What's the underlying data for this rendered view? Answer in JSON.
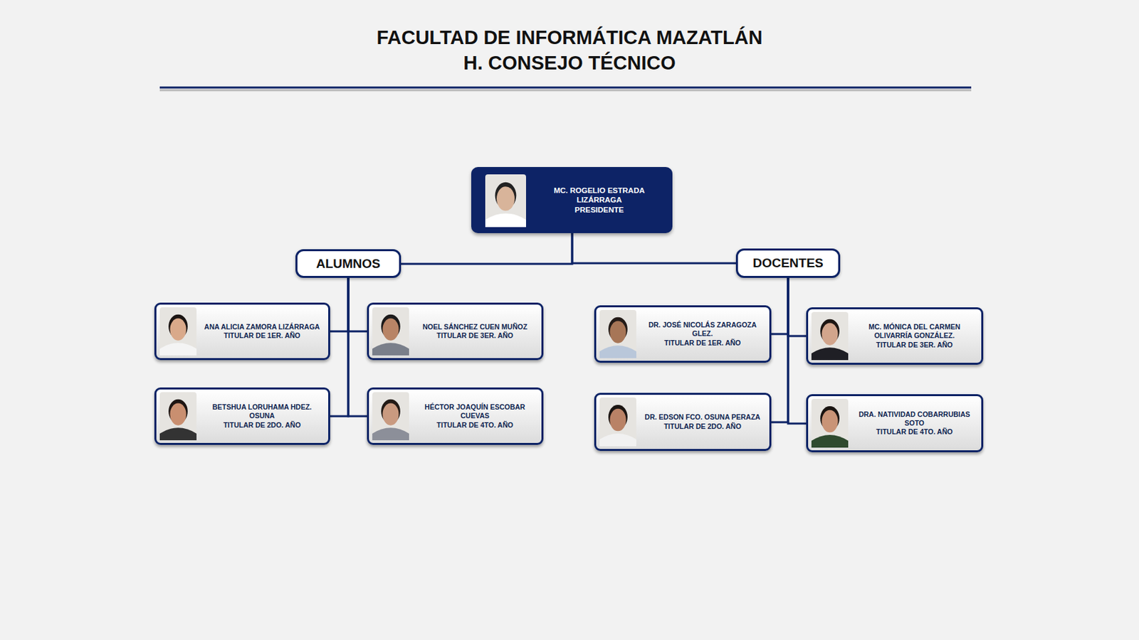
{
  "diagram": {
    "title": "FACULTAD DE INFORMÁTICA MAZATLÁN",
    "nodes": [
      {
        "text": [
          "MC. ROGELIO ESTRADA LIZÁRRAGA",
          "PRESIDENTE"
        ]
      },
      {
        "text": [
          "ALUMNOS"
        ]
      },
      {
        "text": [
          "DOCENTES"
        ]
      },
      {
        "text": [
          "ANA ALICIA ZAMORA LIZÁRRAGA",
          "TITULAR DE 1ER. AÑO"
        ]
      },
      {
        "text": [
          "NOEL SÁNCHEZ CUEN MUÑOZ",
          "TITULAR DE 3ER. AÑO"
        ]
      },
      {
        "text": [
          "BETSHUA LORUHAMA HDEZ. OSUNA",
          "TITULAR DE 2DO. AÑO"
        ]
      },
      {
        "text": [
          "HÉCTOR JOAQUÍN ESCOBAR CUEVAS",
          "TITULAR DE 4TO. AÑO"
        ]
      },
      {
        "text": [
          "DR. JOSÉ NICOLÁS ZARAGOZA GLEZ.",
          "TITULAR DE 1ER. AÑO"
        ]
      },
      {
        "text": [
          "MC. MÓNICA DEL CARMEN OLIVARRÍA GONZÁLEZ.",
          "TITULAR DE 3ER. AÑO"
        ]
      },
      {
        "text": [
          "DR. EDSON FCO. OSUNA PERAZA",
          "TITULAR DE 2DO. AÑO"
        ]
      },
      {
        "text": [
          "DRA. NATIVIDAD COBARRUBIAS SOTO",
          "TITULAR DE 4TO. AÑO"
        ]
      }
    ],
    "edges": [
      {
        "from": 0,
        "to": 1,
        "arrow": "none"
      },
      {
        "from": 0,
        "to": 2,
        "arrow": "none"
      },
      {
        "from": 1,
        "to": 3,
        "arrow": "none"
      },
      {
        "from": 1,
        "to": 4,
        "arrow": "none"
      },
      {
        "from": 1,
        "to": 5,
        "arrow": "none"
      },
      {
        "from": 1,
        "to": 6,
        "arrow": "none"
      },
      {
        "from": 2,
        "to": 7,
        "arrow": "none"
      },
      {
        "from": 2,
        "to": 8,
        "arrow": "none"
      },
      {
        "from": 2,
        "to": 9,
        "arrow": "none"
      },
      {
        "from": 2,
        "to": 10,
        "arrow": "none"
      }
    ],
    "labels": [
      "H. CONSEJO TÉCNICO"
    ]
  }
}
